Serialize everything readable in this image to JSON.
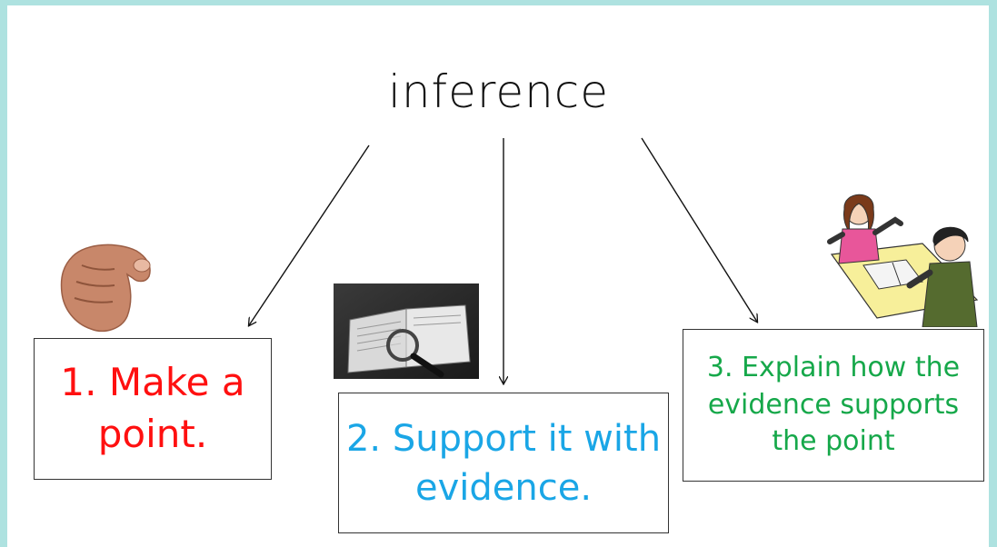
{
  "title": "inference",
  "steps": [
    {
      "label": "1. Make a point.",
      "color": "#ff1010"
    },
    {
      "label": "2. Support it with evidence.",
      "color": "#1aa6e6"
    },
    {
      "label": "3. Explain how the evidence supports the point",
      "color": "#16a84a"
    }
  ],
  "images": {
    "step1": "pointing-hand-icon",
    "step2": "book-magnifying-glass-photo",
    "step3": "two-people-discussing-illustration"
  },
  "colors": {
    "background": "#aee2e0",
    "slide": "#ffffff"
  }
}
